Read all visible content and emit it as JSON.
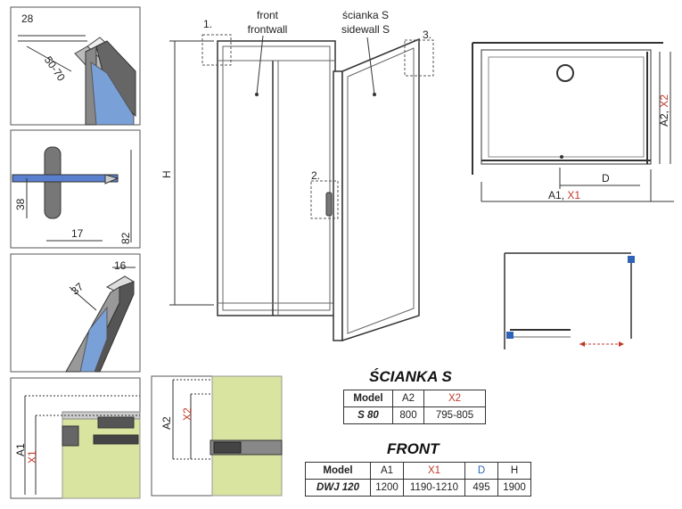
{
  "callouts": {
    "c1": "1.",
    "c2": "2.",
    "c3": "3."
  },
  "main_labels": {
    "front_pl": "front",
    "front_en": "frontwall",
    "side_pl": "ścianka S",
    "side_en": "sidewall S",
    "height": "H"
  },
  "detail1": {
    "dim_a": "28",
    "dim_b": "50-70"
  },
  "detail2": {
    "dim_a": "38",
    "dim_b": "17",
    "dim_c": "82"
  },
  "detail3": {
    "dim_a": "16",
    "dim_b": "37"
  },
  "detail4": {
    "dim_a": "A1",
    "dim_b": "X1"
  },
  "detail5": {
    "dim_a": "A2",
    "dim_b": "X2"
  },
  "plan": {
    "a2": "A2",
    "x2": "X2",
    "d": "D",
    "a1": "A1",
    "x1": "X1",
    "sep": ", "
  },
  "table_s": {
    "title": "ŚCIANKA S",
    "headers": [
      "Model",
      "A2",
      "X2"
    ],
    "row": [
      "S 80",
      "800",
      "795-805"
    ]
  },
  "table_front": {
    "title": "FRONT",
    "headers": [
      "Model",
      "A1",
      "X1",
      "D",
      "H"
    ],
    "row": [
      "DWJ 120",
      "1200",
      "1190-1210",
      "495",
      "1900"
    ]
  },
  "colors": {
    "red": "#c0392b",
    "glass": "#6e8fc9",
    "wall": "#d8e4a0",
    "line": "#333333"
  }
}
